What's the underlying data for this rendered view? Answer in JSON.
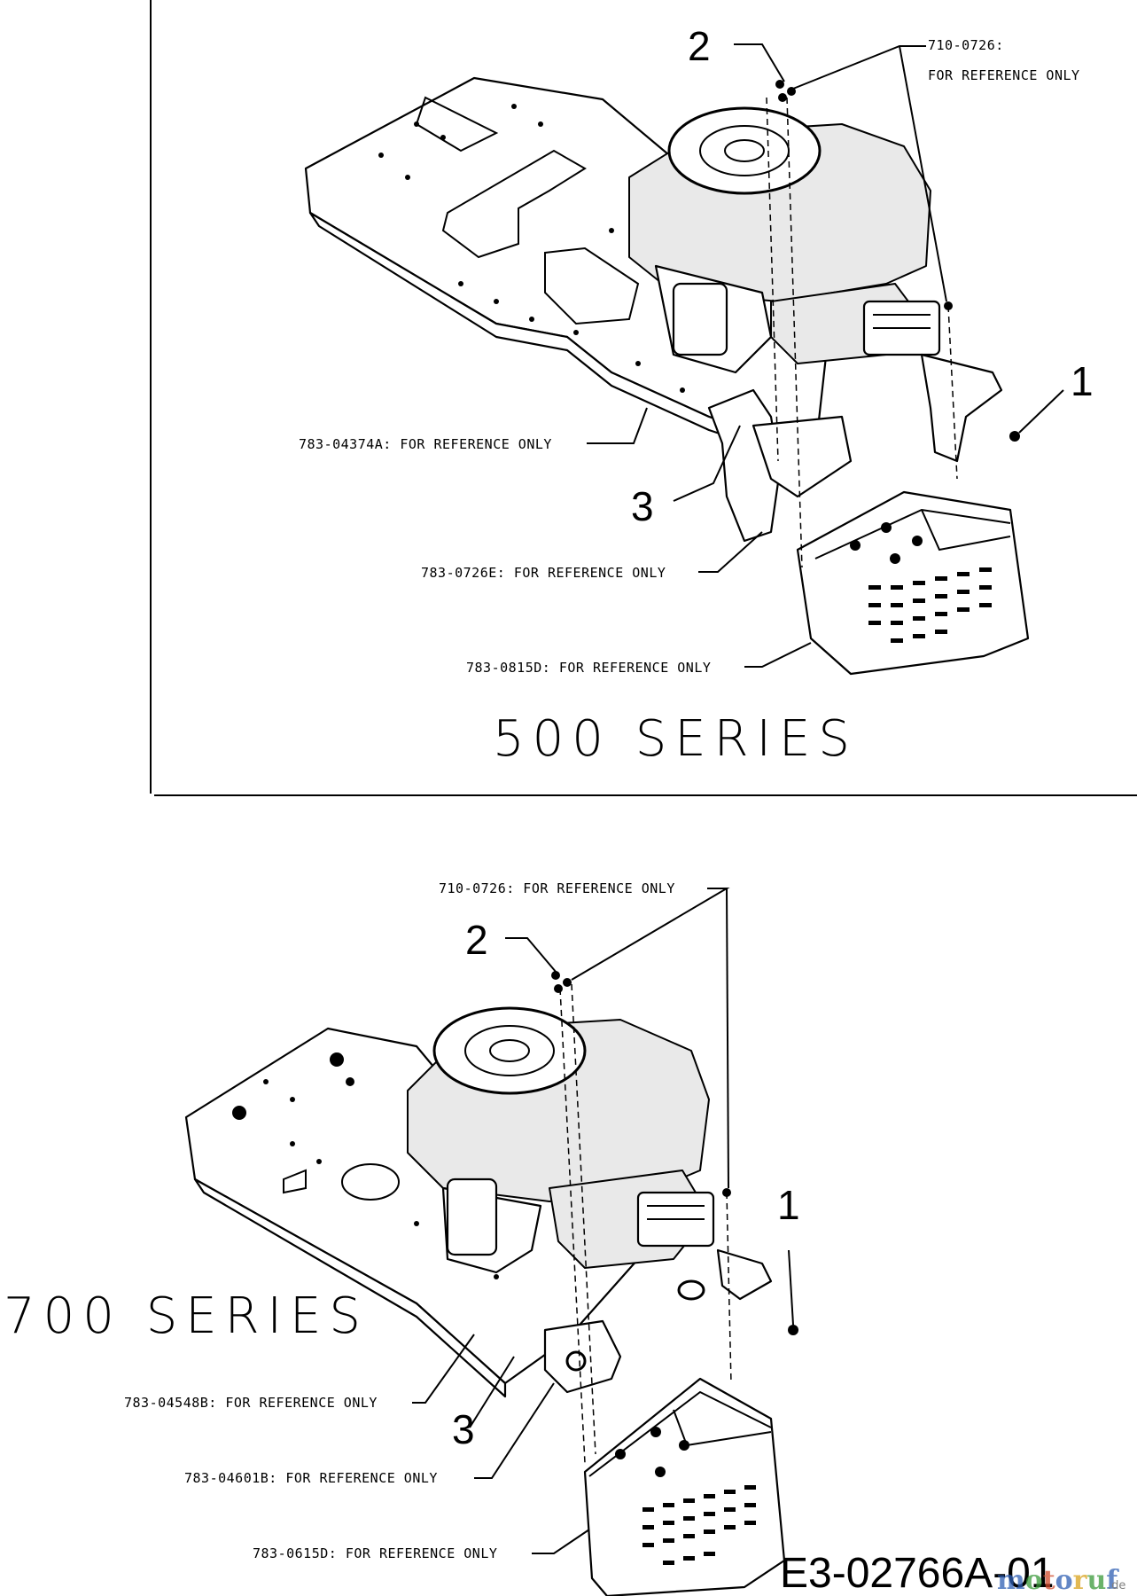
{
  "top": {
    "series_title": "500 SERIES",
    "callouts": [
      "1",
      "2",
      "3"
    ],
    "labels": {
      "bolt": "710-0726:",
      "bolt_note": "FOR REFERENCE ONLY",
      "frame": "783-04374A: FOR REFERENCE ONLY",
      "bracket": "783-0726E: FOR REFERENCE ONLY",
      "shield": "783-0815D: FOR REFERENCE ONLY"
    }
  },
  "bottom": {
    "series_title": "700 SERIES",
    "callouts": [
      "1",
      "2",
      "3"
    ],
    "labels": {
      "bolt": "710-0726: FOR REFERENCE ONLY",
      "frame": "783-04548B: FOR REFERENCE ONLY",
      "bracket": "783-04601B: FOR REFERENCE ONLY",
      "shield": "783-0615D: FOR REFERENCE ONLY"
    }
  },
  "diagram_code": "E3-02766A-01",
  "watermark": {
    "brand": "motoruf",
    "suffix": ".de"
  }
}
